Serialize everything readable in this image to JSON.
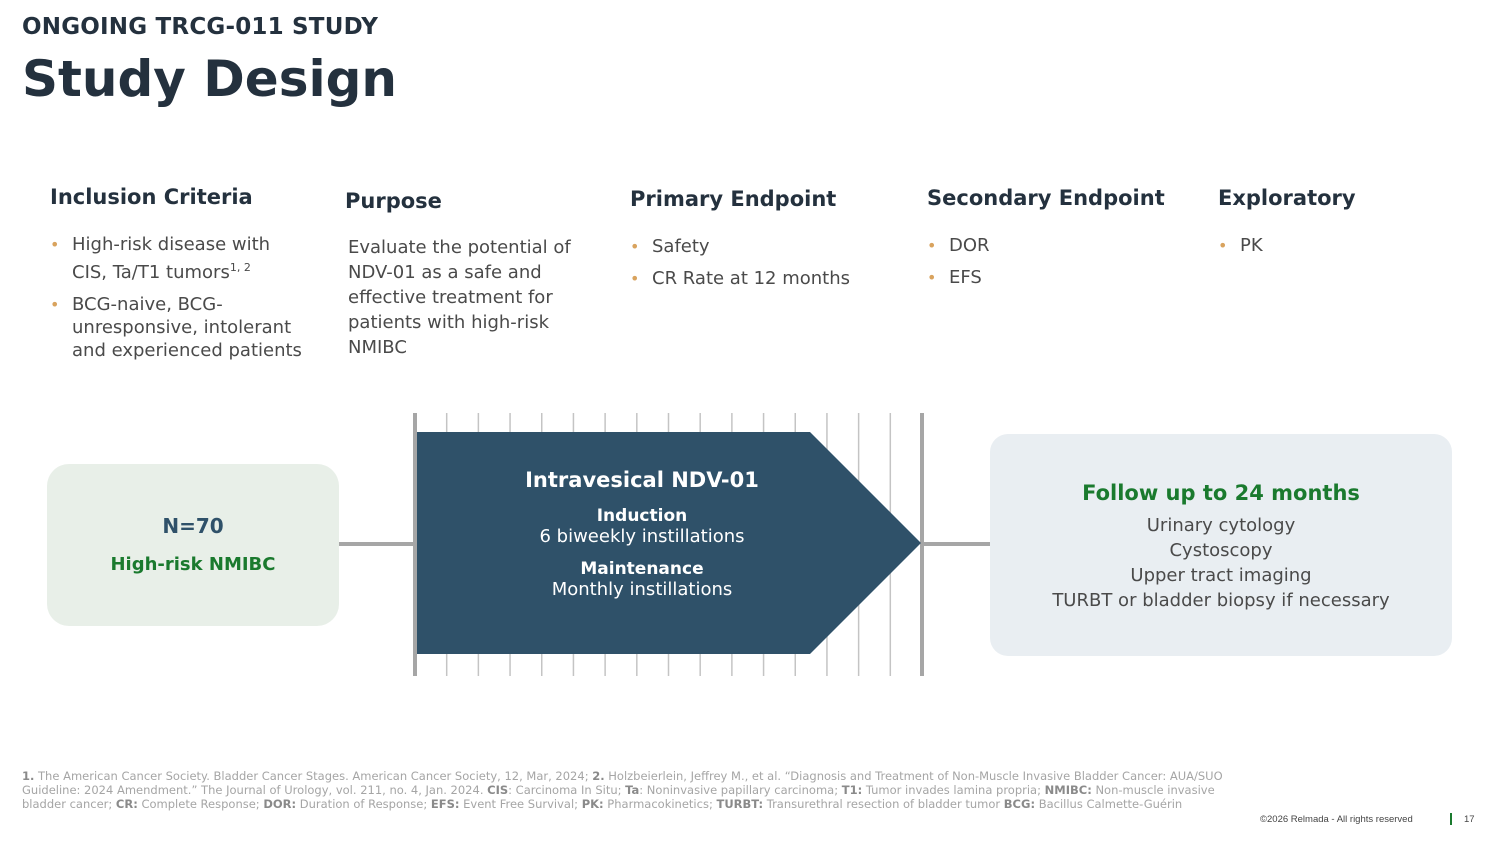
{
  "header": {
    "eyebrow": "ONGOING TRCG-011 STUDY",
    "title": "Study Design"
  },
  "columns": {
    "inclusion": {
      "heading": "Inclusion Criteria",
      "bullets": [
        "High-risk disease with CIS, Ta/T1 tumors",
        "BCG-naive, BCG-unresponsive, intolerant and experienced patients"
      ],
      "footnote_ref": "1, 2"
    },
    "purpose": {
      "heading": "Purpose",
      "text": "Evaluate the potential of NDV-01 as a safe and effective treatment for patients with high-risk NMIBC"
    },
    "primary": {
      "heading": "Primary Endpoint",
      "bullets": [
        "Safety",
        "CR Rate at 12 months"
      ]
    },
    "secondary": {
      "heading": "Secondary Endpoint",
      "bullets": [
        "DOR",
        "EFS"
      ]
    },
    "exploratory": {
      "heading": "Exploratory",
      "bullets": [
        "PK"
      ]
    }
  },
  "population": {
    "n": "N=70",
    "label": "High-risk NMIBC"
  },
  "treatment": {
    "title": "Intravesical NDV-01",
    "induction_label": "Induction",
    "induction_detail": "6 biweekly instillations",
    "maintenance_label": "Maintenance",
    "maintenance_detail": "Monthly instillations"
  },
  "followup": {
    "title": "Follow up to 24 months",
    "items": [
      "Urinary cytology",
      "Cystoscopy",
      "Upper tract imaging",
      "TURBT or bladder biopsy if necessary"
    ]
  },
  "footnotes": [
    {
      "b": "1.",
      "t": " The American Cancer Society. Bladder Cancer Stages. American Cancer Society, 12, Mar, 2024; "
    },
    {
      "b": "2.",
      "t": " Holzbeierlein, Jeffrey M., et al. “Diagnosis and Treatment of Non-Muscle Invasive Bladder Cancer: AUA/SUO Guideline: 2024 Amendment.” The Journal of Urology, vol. 211, no. 4, Jan. 2024. "
    },
    {
      "b": "CIS",
      "t": ": Carcinoma In Situ; "
    },
    {
      "b": "Ta",
      "t": ": Noninvasive papillary carcinoma; "
    },
    {
      "b": "T1:",
      "t": " Tumor invades lamina propria; "
    },
    {
      "b": "NMIBC:",
      "t": " Non-muscle invasive bladder cancer; "
    },
    {
      "b": "CR:",
      "t": " Complete Response; "
    },
    {
      "b": "DOR:",
      "t": " Duration of Response; "
    },
    {
      "b": "EFS:",
      "t": " Event Free Survival; "
    },
    {
      "b": "PK:",
      "t": " Pharmacokinetics; "
    },
    {
      "b": "TURBT:",
      "t": " Transurethral resection of bladder tumor "
    },
    {
      "b": "BCG:",
      "t": " Bacillus Calmette-Guérin"
    }
  ],
  "footer": {
    "copyright": "©2026 Relmada - All rights reserved",
    "page": "17"
  },
  "colors": {
    "navy": "#2f5169",
    "green": "#1a7a2e",
    "bullet": "#d9a35e"
  }
}
